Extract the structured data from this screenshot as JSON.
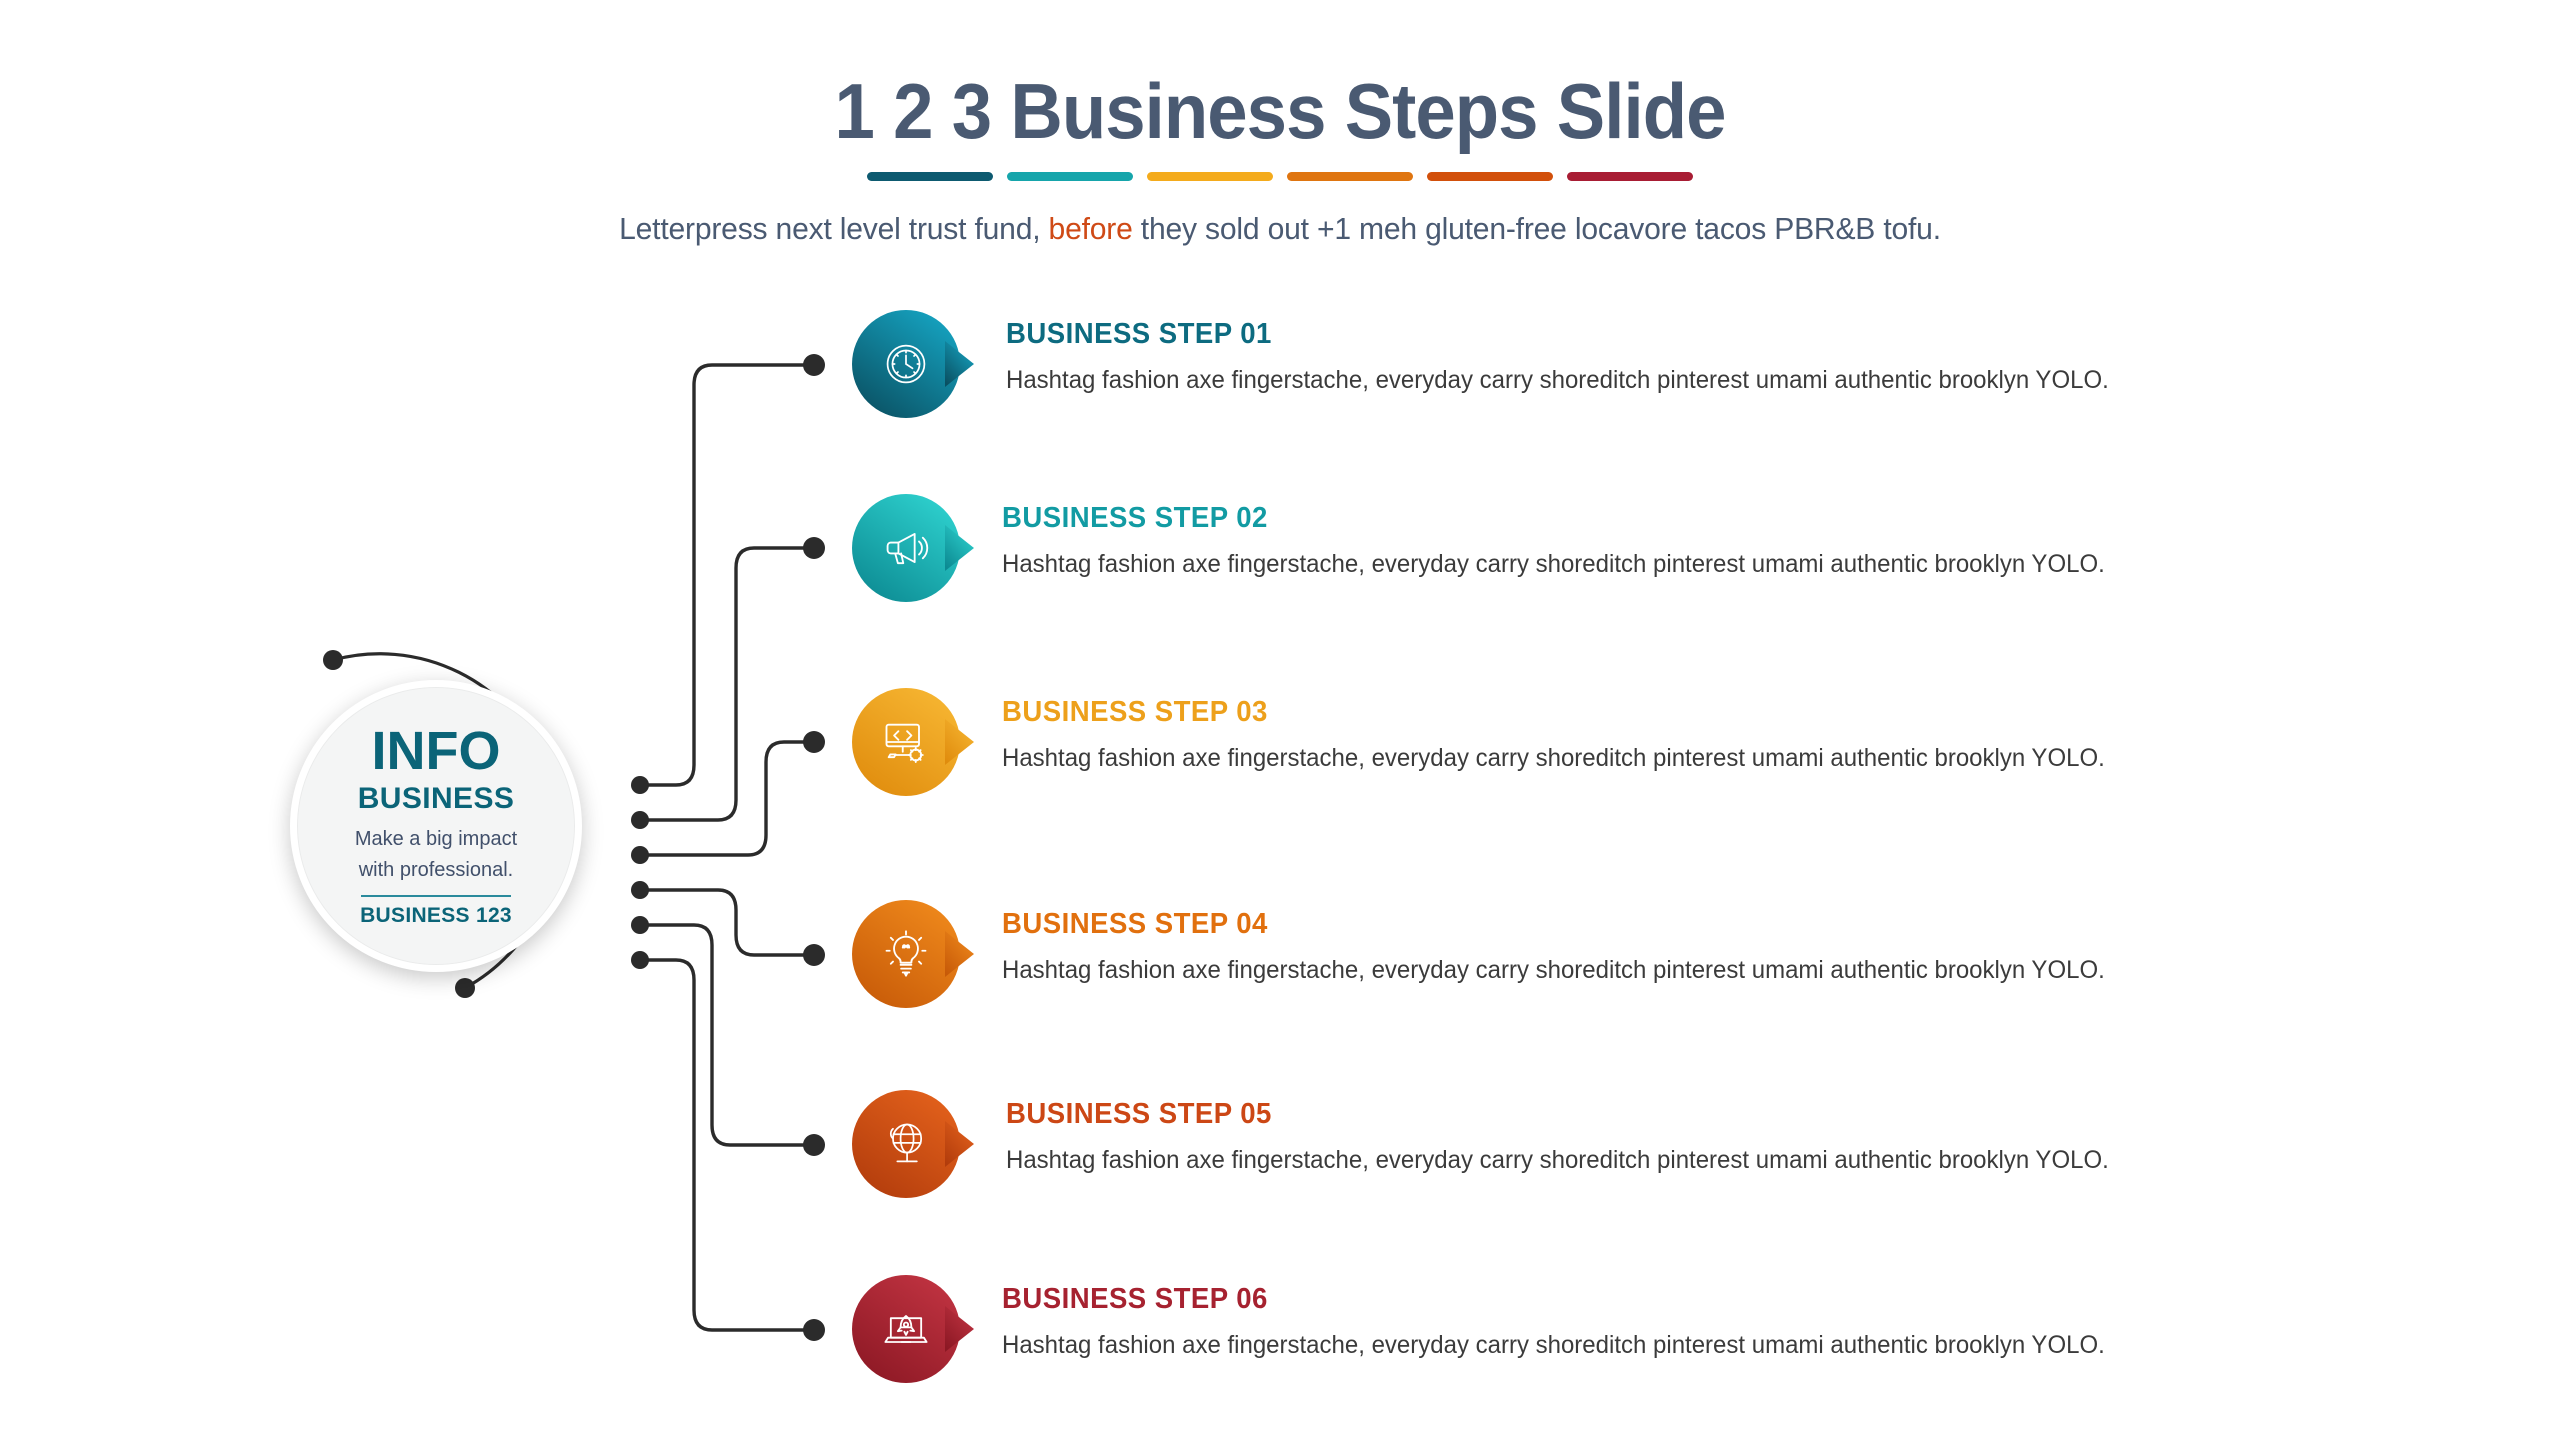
{
  "header": {
    "title": "1 2 3 Business Steps Slide",
    "subtitle_before": "Letterpress next level trust fund, ",
    "subtitle_highlight": "before",
    "subtitle_after": " they sold out +1 meh gluten-free locavore tacos PBR&B tofu.",
    "accent_bars": [
      "#0d5a70",
      "#16a5ab",
      "#f4ab1c",
      "#df7510",
      "#d2500b",
      "#a81d34"
    ],
    "title_color": "#4a5a72",
    "highlight_color": "#cf4a16"
  },
  "center": {
    "info": "INFO",
    "business": "BUSINESS",
    "desc_line1": "Make a big impact",
    "desc_line2": "with professional.",
    "tag": "BUSINESS 123",
    "accent_color": "#0b6478"
  },
  "steps": [
    {
      "heading": "BUSINESS STEP 01",
      "body": "Hashtag fashion axe fingerstache, everyday carry shoreditch pinterest umami authentic brooklyn YOLO.",
      "icon": "clock-icon",
      "color": "#0d6b80",
      "grad_from": "#16a6c4",
      "grad_to": "#0a5062"
    },
    {
      "heading": "BUSINESS STEP 02",
      "body": "Hashtag fashion axe fingerstache, everyday carry shoreditch pinterest umami authentic brooklyn YOLO.",
      "icon": "megaphone-icon",
      "color": "#129ba3",
      "grad_from": "#2fd3d0",
      "grad_to": "#0c8a92"
    },
    {
      "heading": "BUSINESS STEP 03",
      "body": "Hashtag fashion axe fingerstache, everyday carry shoreditch pinterest umami authentic brooklyn YOLO.",
      "icon": "code-monitor-icon",
      "color": "#eda01b",
      "grad_from": "#f7b733",
      "grad_to": "#e08c0d"
    },
    {
      "heading": "BUSINESS STEP 04",
      "body": "Hashtag fashion axe fingerstache, everyday carry shoreditch pinterest umami authentic brooklyn YOLO.",
      "icon": "lightbulb-icon",
      "color": "#e1700e",
      "grad_from": "#f08a1c",
      "grad_to": "#c75a08"
    },
    {
      "heading": "BUSINESS STEP 05",
      "body": "Hashtag fashion axe fingerstache, everyday carry shoreditch pinterest umami authentic brooklyn YOLO.",
      "icon": "globe-icon",
      "color": "#cc4715",
      "grad_from": "#e4621c",
      "grad_to": "#b23c0c"
    },
    {
      "heading": "BUSINESS STEP 06",
      "body": "Hashtag fashion axe fingerstache, everyday carry shoreditch pinterest umami authentic brooklyn YOLO.",
      "icon": "rocket-laptop-icon",
      "color": "#a62230",
      "grad_from": "#c23442",
      "grad_to": "#8c1824"
    }
  ]
}
